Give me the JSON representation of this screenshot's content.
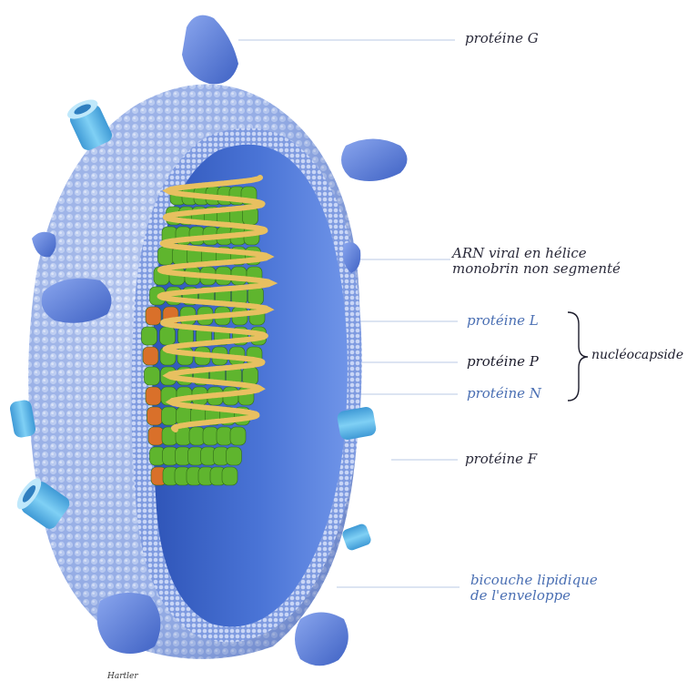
{
  "labels": {
    "proteine_g": "protéine G",
    "arn_line1": "ARN viral en hélice",
    "arn_line2": "monobrin non segmenté",
    "proteine_l": "protéine L",
    "proteine_p": "protéine P",
    "proteine_n": "protéine N",
    "nucleocapside": "nucléocapside",
    "proteine_f": "protéine F",
    "bicouche_line1": "bicouche lipidique",
    "bicouche_line2": "de l'enveloppe",
    "signature": "Hartler"
  },
  "colors": {
    "envelope": "#9db3e8",
    "envelope_dark": "#6f8fd6",
    "interior": "#4169c9",
    "interior_light": "#6a8ee0",
    "glycoprotein": "#5b7fd8",
    "tube_protein": "#5fb6e8",
    "rna_helix": "#e8c060",
    "nucleoprotein_green": "#5fb52e",
    "nucleoprotein_orange": "#d9702a",
    "label_blue": "#4a6fb3",
    "label_dark": "#1c1c2c",
    "leader_line": "#b8c8e6"
  }
}
